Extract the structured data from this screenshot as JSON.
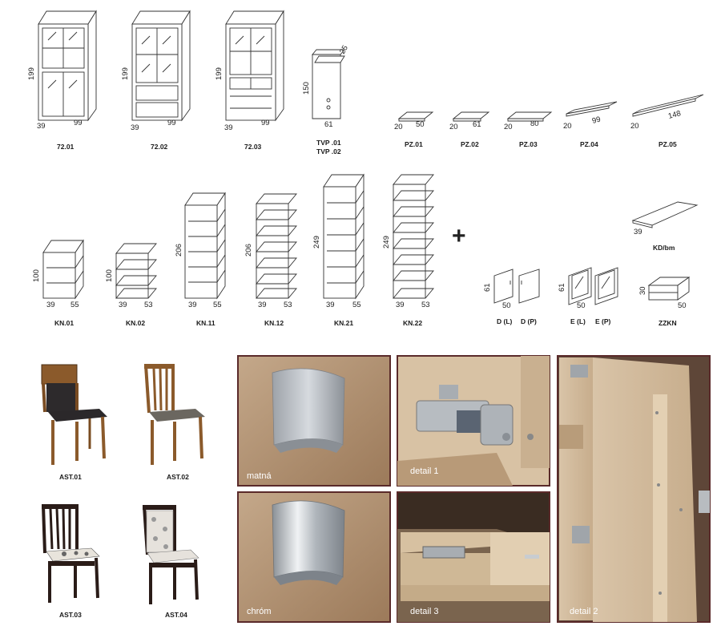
{
  "cabinets_row1": [
    {
      "code": "72.01",
      "height": "199",
      "depth": "39",
      "width": "99"
    },
    {
      "code": "72.02",
      "height": "199",
      "depth": "39",
      "width": "99"
    },
    {
      "code": "72.03",
      "height": "199",
      "depth": "39",
      "width": "99"
    },
    {
      "code": "TVP .01\nTVP .02",
      "code1": "TVP .01",
      "code2": "TVP .02",
      "height": "150",
      "depth": "25",
      "width": "61"
    }
  ],
  "shelves": [
    {
      "code": "PZ.01",
      "depth": "20",
      "width": "50"
    },
    {
      "code": "PZ.02",
      "depth": "20",
      "width": "61"
    },
    {
      "code": "PZ.03",
      "depth": "20",
      "width": "80"
    },
    {
      "code": "PZ.04",
      "depth": "20",
      "width": "99"
    },
    {
      "code": "PZ.05",
      "depth": "20",
      "width": "148"
    }
  ],
  "racks": [
    {
      "code": "KN.01",
      "height": "100",
      "depth": "39",
      "width": "55"
    },
    {
      "code": "KN.02",
      "height": "100",
      "depth": "39",
      "width": "53"
    },
    {
      "code": "KN.11",
      "height": "206",
      "depth": "39",
      "width": "55"
    },
    {
      "code": "KN.12",
      "height": "206",
      "depth": "39",
      "width": "53"
    },
    {
      "code": "KN.21",
      "height": "249",
      "depth": "39",
      "width": "55"
    },
    {
      "code": "KN.22",
      "height": "249",
      "depth": "39",
      "width": "53"
    }
  ],
  "plus_sign": "+",
  "doors": {
    "d_height": "61",
    "d_width": "50",
    "d_left": "D (L)",
    "d_right": "D (P)",
    "e_height": "61",
    "e_width": "50",
    "e_left": "E (L)",
    "e_right": "E (P)"
  },
  "worktop": {
    "code": "KD/bm",
    "depth": "39"
  },
  "drawer": {
    "code": "ZZKN",
    "height": "30",
    "width": "50"
  },
  "chairs": [
    {
      "code": "AST.01"
    },
    {
      "code": "AST.02"
    },
    {
      "code": "AST.03"
    },
    {
      "code": "AST.04"
    }
  ],
  "photos": {
    "handle_matte": "matná",
    "handle_chrome": "chróm",
    "detail1": "detail 1",
    "detail2": "detail 2",
    "detail3": "detail 3"
  }
}
